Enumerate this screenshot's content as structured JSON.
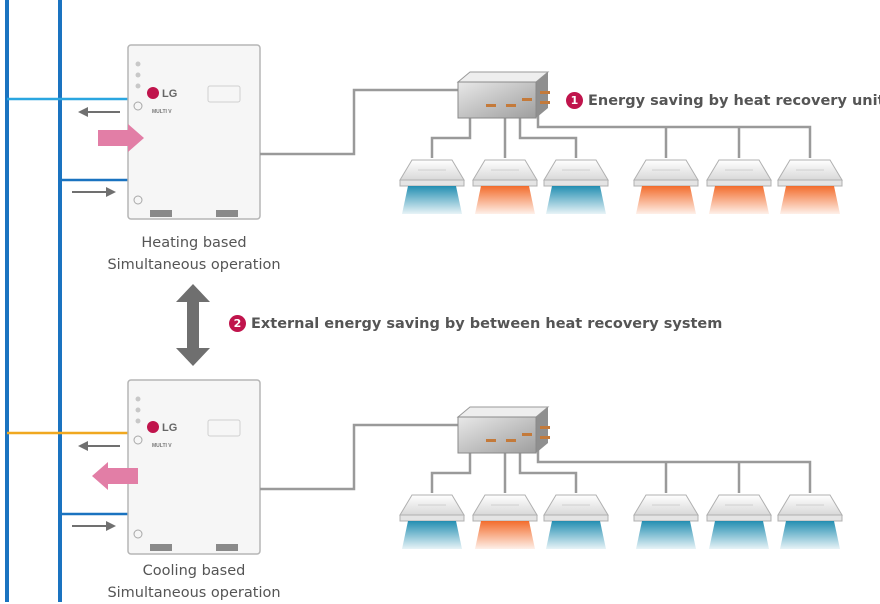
{
  "colors": {
    "pipe_blue": "#1a73c0",
    "line_light_blue": "#2aa6e0",
    "line_orange": "#f0a820",
    "arrow_pink": "#e27ea6",
    "gray_arrow": "#707070",
    "pipe_gray": "#9a9a9a",
    "warm": "#f26522",
    "cool": "#1889ae",
    "badge": "#c0144c"
  },
  "units": {
    "brand_logo": "LG",
    "model_logo": "MULTI V"
  },
  "top_system": {
    "caption_line1": "Heating based",
    "caption_line2": "Simultaneous operation",
    "indoor_units": [
      "cool",
      "warm",
      "cool",
      "warm",
      "warm",
      "warm"
    ]
  },
  "bottom_system": {
    "caption_line1": "Cooling based",
    "caption_line2": "Simultaneous operation",
    "indoor_units": [
      "cool",
      "warm",
      "cool",
      "cool",
      "cool",
      "cool"
    ]
  },
  "callouts": [
    {
      "number": "1",
      "text": "Energy saving by heat recovery unit"
    },
    {
      "number": "2",
      "text": "External energy saving by between  heat recovery system"
    }
  ],
  "icons": {
    "between_systems": "double-arrow-vertical-icon",
    "flow": "arrow-left-icon"
  }
}
